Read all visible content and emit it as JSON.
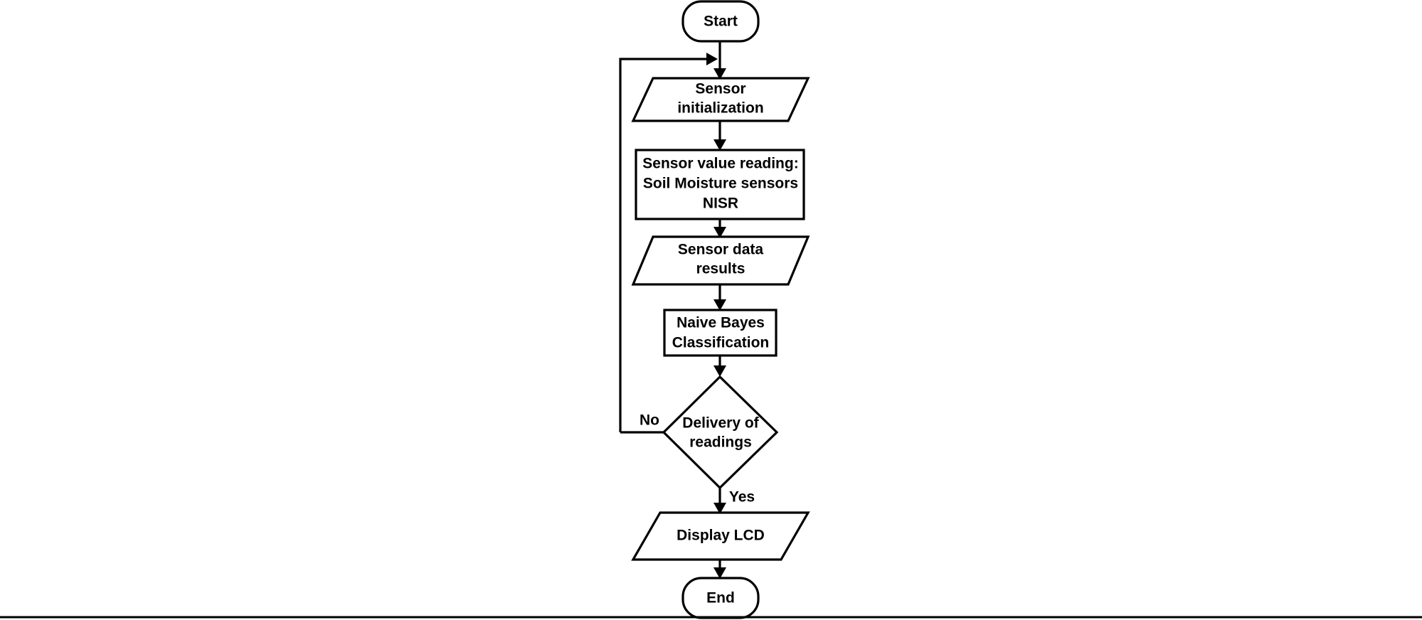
{
  "diagram": {
    "type": "flowchart",
    "title": "Sensor reading and Naive Bayes classification flowchart",
    "orientation": "top-to-bottom",
    "background_color": "#ffffff",
    "line_color": "#000000",
    "text_color": "#000000"
  },
  "nodes": {
    "start": {
      "label": "Start",
      "shape": "terminator"
    },
    "sensor_initialization": {
      "line1": "Sensor",
      "line2": "initialization",
      "shape": "parallelogram"
    },
    "sensor_value_reading": {
      "line1": "Sensor value reading:",
      "line2": "Soil Moisture sensors",
      "line3": "NISR",
      "shape": "process"
    },
    "sensor_data_results": {
      "line1": "Sensor data",
      "line2": "results",
      "shape": "parallelogram"
    },
    "naive_bayes": {
      "line1": "Naive Bayes",
      "line2": "Classification",
      "shape": "process"
    },
    "delivery_decision": {
      "line1": "Delivery of",
      "line2": "readings",
      "shape": "decision"
    },
    "display_lcd": {
      "label": "Display LCD",
      "shape": "parallelogram"
    },
    "end": {
      "label": "End",
      "shape": "terminator"
    }
  },
  "edge_labels": {
    "no": "No",
    "yes": "Yes"
  }
}
